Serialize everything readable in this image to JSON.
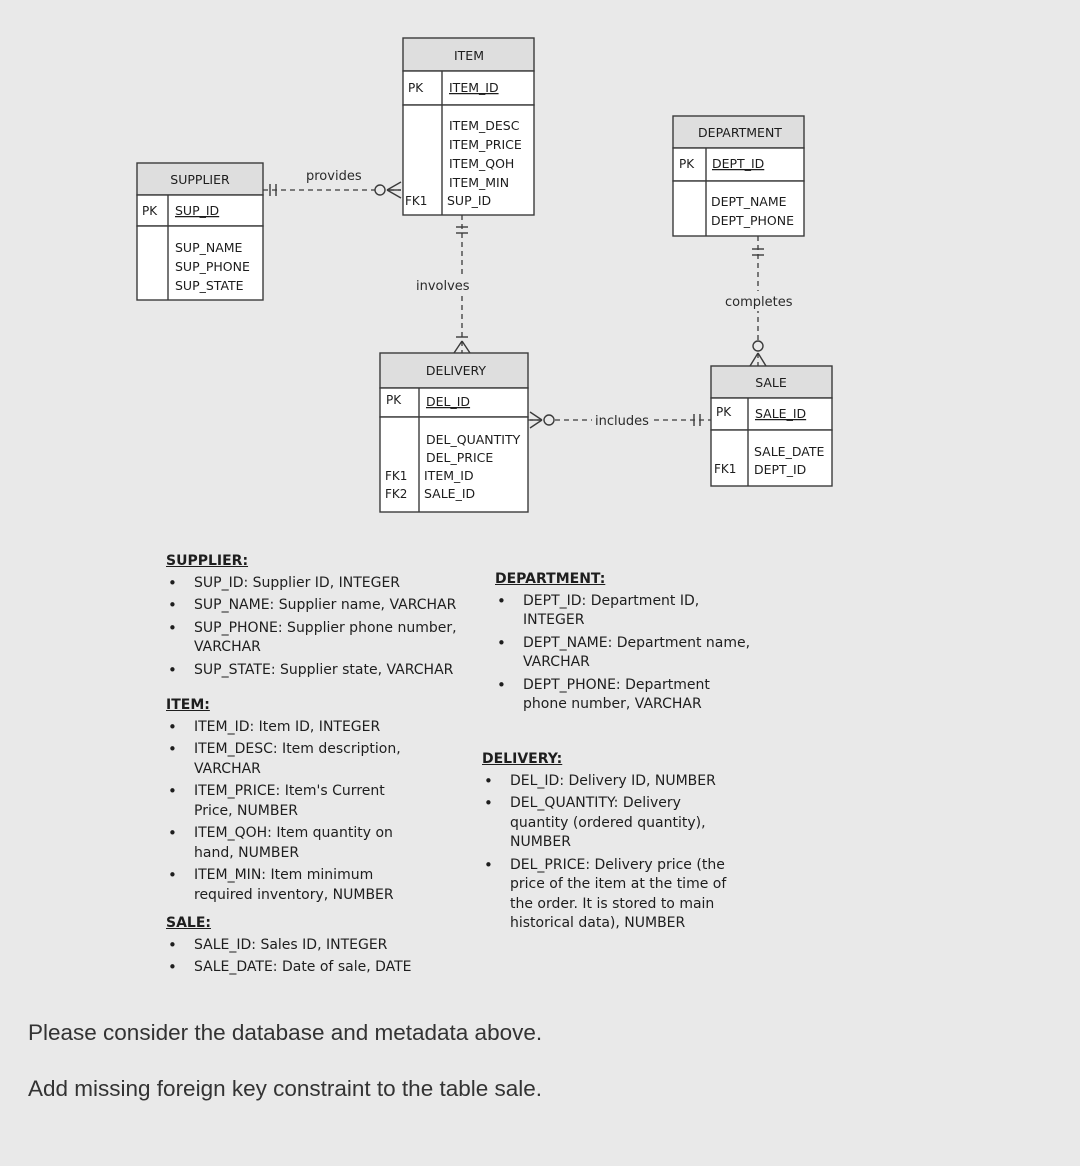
{
  "diagram": {
    "entities": {
      "item": {
        "name": "ITEM",
        "pk_label": "PK",
        "pk": "ITEM_ID",
        "attributes": [
          "ITEM_DESC",
          "ITEM_PRICE",
          "ITEM_QOH",
          "ITEM_MIN"
        ],
        "fk_label": "FK1",
        "fk": "SUP_ID"
      },
      "supplier": {
        "name": "SUPPLIER",
        "pk_label": "PK",
        "pk": "SUP_ID",
        "attributes": [
          "SUP_NAME",
          "SUP_PHONE",
          "SUP_STATE"
        ]
      },
      "department": {
        "name": "DEPARTMENT",
        "pk_label": "PK",
        "pk": "DEPT_ID",
        "attributes": [
          "DEPT_NAME",
          "DEPT_PHONE"
        ]
      },
      "delivery": {
        "name": "DELIVERY",
        "pk_label": "PK",
        "pk": "DEL_ID",
        "attributes": [
          "DEL_QUANTITY",
          "DEL_PRICE"
        ],
        "fk_labels": [
          "FK1",
          "FK2"
        ],
        "fks": [
          "ITEM_ID",
          "SALE_ID"
        ]
      },
      "sale": {
        "name": "SALE",
        "pk_label": "PK",
        "pk": "SALE_ID",
        "attributes": [
          "SALE_DATE"
        ],
        "fk_label": "FK1",
        "fk": "DEPT_ID"
      }
    },
    "relationships": {
      "provides": "provides",
      "involves": "involves",
      "completes": "completes",
      "includes": "includes"
    }
  },
  "metadata": {
    "supplier": {
      "heading": "SUPPLIER:",
      "items": [
        "SUP_ID: Supplier ID, INTEGER",
        "SUP_NAME: Supplier name, VARCHAR",
        "SUP_PHONE: Supplier phone number, VARCHAR",
        "SUP_STATE: Supplier state, VARCHAR"
      ]
    },
    "item": {
      "heading": "ITEM:",
      "items": [
        "ITEM_ID: Item ID, INTEGER",
        "ITEM_DESC: Item description, VARCHAR",
        "ITEM_PRICE: Item's Current Price, NUMBER",
        "ITEM_QOH: Item quantity on hand, NUMBER",
        "ITEM_MIN: Item minimum required inventory, NUMBER"
      ]
    },
    "sale": {
      "heading": "SALE:",
      "items": [
        "SALE_ID: Sales ID, INTEGER",
        "SALE_DATE: Date of sale, DATE"
      ]
    },
    "department": {
      "heading": "DEPARTMENT:",
      "items": [
        "DEPT_ID: Department ID, INTEGER",
        "DEPT_NAME: Department name, VARCHAR",
        "DEPT_PHONE: Department phone number, VARCHAR"
      ]
    },
    "delivery": {
      "heading": "DELIVERY:",
      "items": [
        "DEL_ID: Delivery ID, NUMBER",
        "DEL_QUANTITY: Delivery quantity (ordered quantity), NUMBER",
        "DEL_PRICE: Delivery price (the price of the item at the time of the order. It is stored to main historical data), NUMBER"
      ]
    }
  },
  "question": {
    "line1": "Please consider the database and metadata above.",
    "line2": "Add missing foreign key constraint to the table sale."
  }
}
